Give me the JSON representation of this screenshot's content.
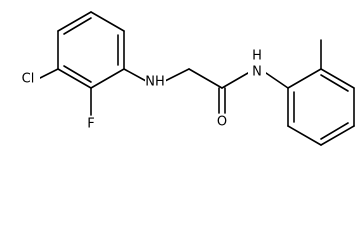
{
  "molecule": {
    "atom_labels": {
      "chlorine": "Cl",
      "fluorine": "F",
      "amine_nh": "NH",
      "carbonyl_oxygen": "O",
      "amide_nh": "N",
      "amide_h": "H"
    }
  }
}
